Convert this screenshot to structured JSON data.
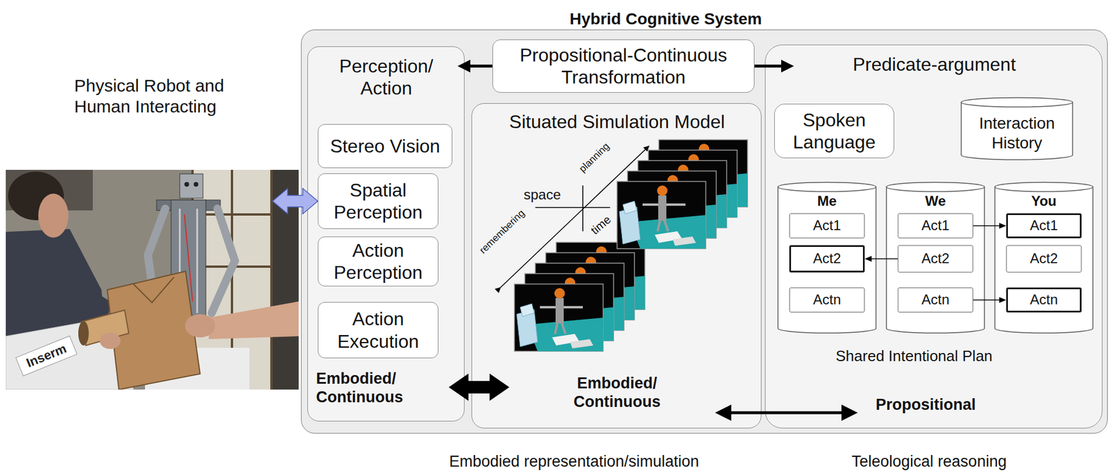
{
  "diagram": {
    "nodes": [
      {
        "text": [
          "Physical Robot and Human Interacting"
        ]
      },
      {
        "text": [
          "Hybrid Cognitive System"
        ]
      },
      {
        "text": [
          "Perception/ Action",
          "Embodied/ Continuous"
        ],
        "in": 1
      },
      {
        "text": [
          "Stereo Vision"
        ],
        "in": 2
      },
      {
        "text": [
          "Spatial Perception"
        ],
        "in": 2
      },
      {
        "text": [
          "Action Perception"
        ],
        "in": 2
      },
      {
        "text": [
          "Action Execution"
        ],
        "in": 2
      },
      {
        "text": [
          "Propositional-Continuous Transformation"
        ],
        "in": 1
      },
      {
        "text": [
          "Situated Simulation Model",
          "Embodied/ Continuous"
        ],
        "in": 1
      },
      {
        "text": [
          "Predicate-argument",
          "Propositional"
        ],
        "in": 1
      },
      {
        "text": [
          "Spoken Language"
        ],
        "in": 9
      },
      {
        "text": [
          "Interaction History"
        ],
        "in": 9
      },
      {
        "text": [
          "Me"
        ],
        "in": 9
      },
      {
        "text": [
          "Act1"
        ],
        "in": 12
      },
      {
        "text": [
          "Act2"
        ],
        "in": 12
      },
      {
        "text": [
          "Actn"
        ],
        "in": 12
      },
      {
        "text": [
          "We"
        ],
        "in": 9
      },
      {
        "text": [
          "Act1"
        ],
        "in": 16
      },
      {
        "text": [
          "Act2"
        ],
        "in": 16
      },
      {
        "text": [
          "Actn"
        ],
        "in": 16
      },
      {
        "text": [
          "You"
        ],
        "in": 9
      },
      {
        "text": [
          "Act1"
        ],
        "in": 20
      },
      {
        "text": [
          "Act2"
        ],
        "in": 20
      },
      {
        "text": [
          "Actn"
        ],
        "in": 20
      }
    ],
    "edges": [
      {
        "from": 0,
        "to": 4,
        "arrow": "both"
      },
      {
        "from": 7,
        "to": 2,
        "arrow": "to"
      },
      {
        "from": 7,
        "to": 9,
        "arrow": "to"
      },
      {
        "from": 2,
        "to": 8,
        "arrow": "both"
      },
      {
        "from": 8,
        "to": 9,
        "arrow": "both"
      },
      {
        "from": 17,
        "to": 21,
        "arrow": "to"
      },
      {
        "from": 18,
        "to": 14,
        "arrow": "to"
      },
      {
        "from": 19,
        "to": 23,
        "arrow": "to"
      }
    ],
    "labels": [
      "space",
      "time",
      "planning",
      "remembering",
      "Inserm",
      "Shared Intentional Plan",
      "Embodied representation/simulation",
      "Teleological reasoning"
    ]
  }
}
